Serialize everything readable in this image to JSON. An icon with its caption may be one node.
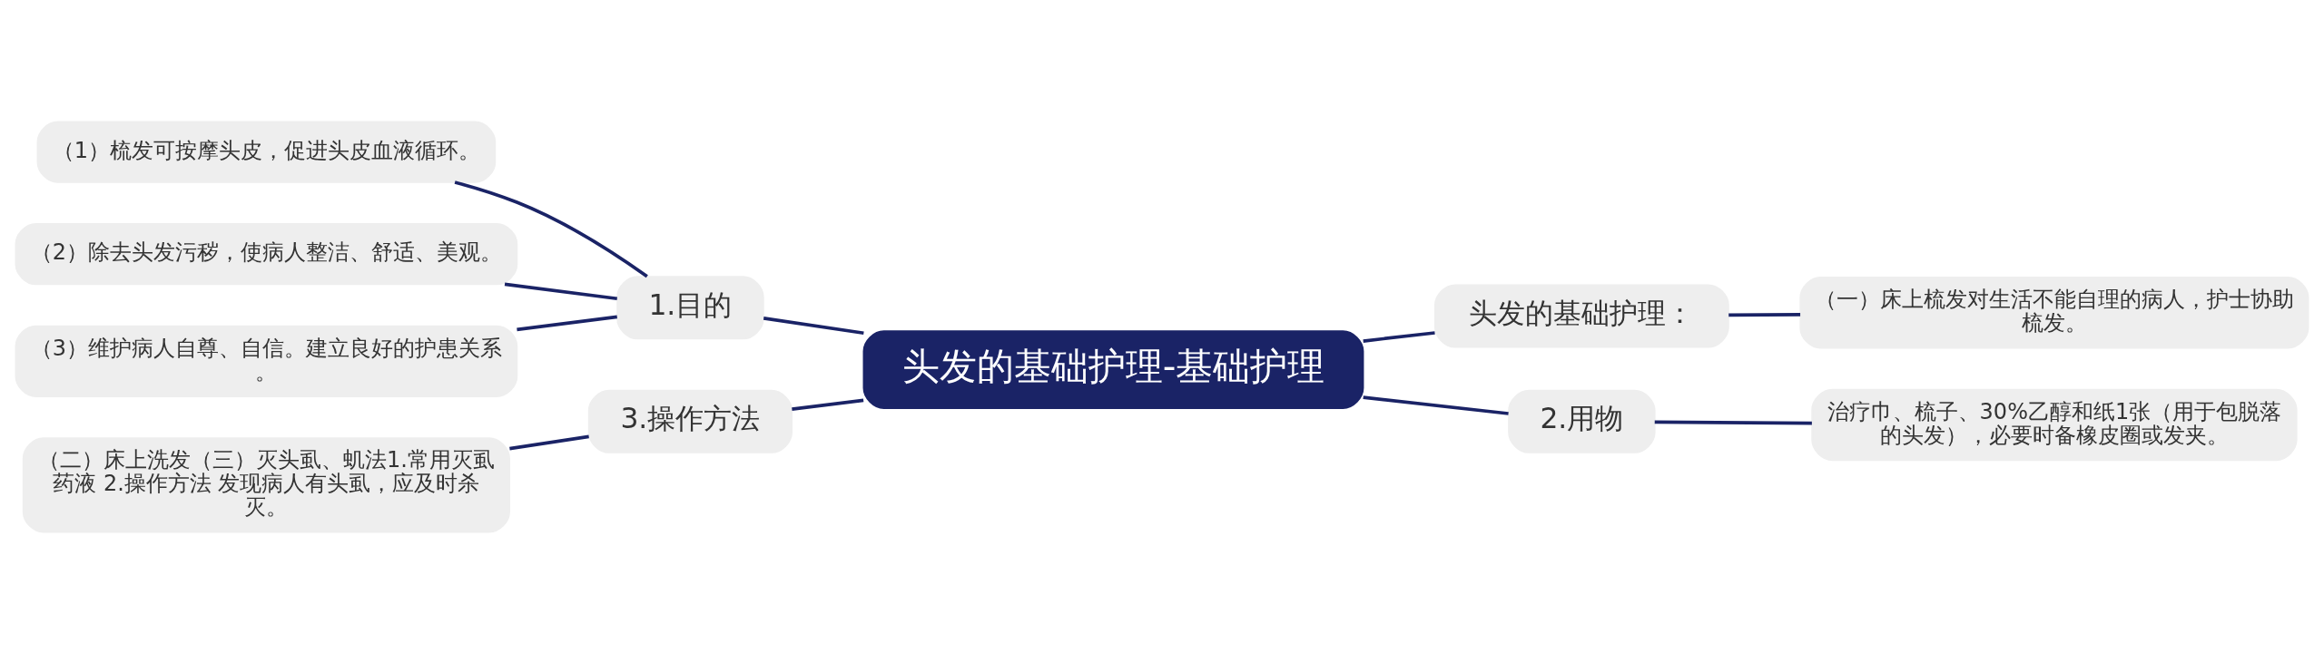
{
  "diagram": {
    "nodes": [
      {
        "text": [
          "头发的基础护理-基础护理"
        ]
      },
      {
        "text": [
          "1.目的"
        ]
      },
      {
        "text": [
          "（1）梳发可按摩头皮，促进头皮血液循环。"
        ]
      },
      {
        "text": [
          "（2）除去头发污秽，使病人整洁、舒适、美观。"
        ]
      },
      {
        "text": [
          "（3）维护病人自尊、自信。建立良好的护患关系。"
        ]
      },
      {
        "text": [
          "3.操作方法"
        ]
      },
      {
        "text": [
          "（二）床上洗发（三）灭头虱、虮法1.常用灭虱药液 2.操作方法 发现病人有头虱，应及时杀灭。"
        ]
      },
      {
        "text": [
          "头发的基础护理："
        ]
      },
      {
        "text": [
          "（一）床上梳发对生活不能自理的病人，护士协助梳发。"
        ]
      },
      {
        "text": [
          "2.用物"
        ]
      },
      {
        "text": [
          "治疗巾、梳子、30%乙醇和纸1张（用于包脱落的头发），必要时备橡皮圈或发夹。"
        ]
      }
    ],
    "edges": [
      {
        "from": 0,
        "to": 1,
        "arrow": "none"
      },
      {
        "from": 1,
        "to": 2,
        "arrow": "none"
      },
      {
        "from": 1,
        "to": 3,
        "arrow": "none"
      },
      {
        "from": 1,
        "to": 4,
        "arrow": "none"
      },
      {
        "from": 0,
        "to": 5,
        "arrow": "none"
      },
      {
        "from": 5,
        "to": 6,
        "arrow": "none"
      },
      {
        "from": 0,
        "to": 7,
        "arrow": "none"
      },
      {
        "from": 7,
        "to": 8,
        "arrow": "none"
      },
      {
        "from": 0,
        "to": 9,
        "arrow": "none"
      },
      {
        "from": 9,
        "to": 10,
        "arrow": "none"
      }
    ]
  }
}
